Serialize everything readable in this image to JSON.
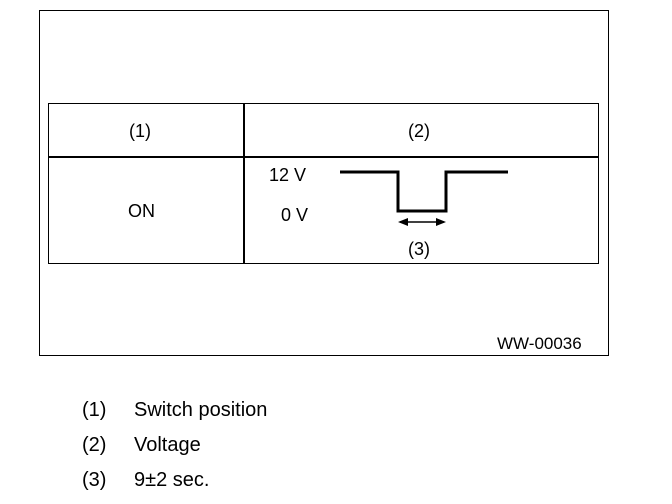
{
  "table": {
    "header_1": "(1)",
    "header_2": "(2)",
    "switch_state": "ON",
    "voltage_high": "12 V",
    "voltage_low": "0 V",
    "duration_label": "(3)"
  },
  "figure_code": "WW-00036",
  "legend": [
    {
      "num": "(1)",
      "text": "Switch position"
    },
    {
      "num": "(2)",
      "text": "Voltage"
    },
    {
      "num": "(3)",
      "text": "9±2 sec."
    }
  ]
}
